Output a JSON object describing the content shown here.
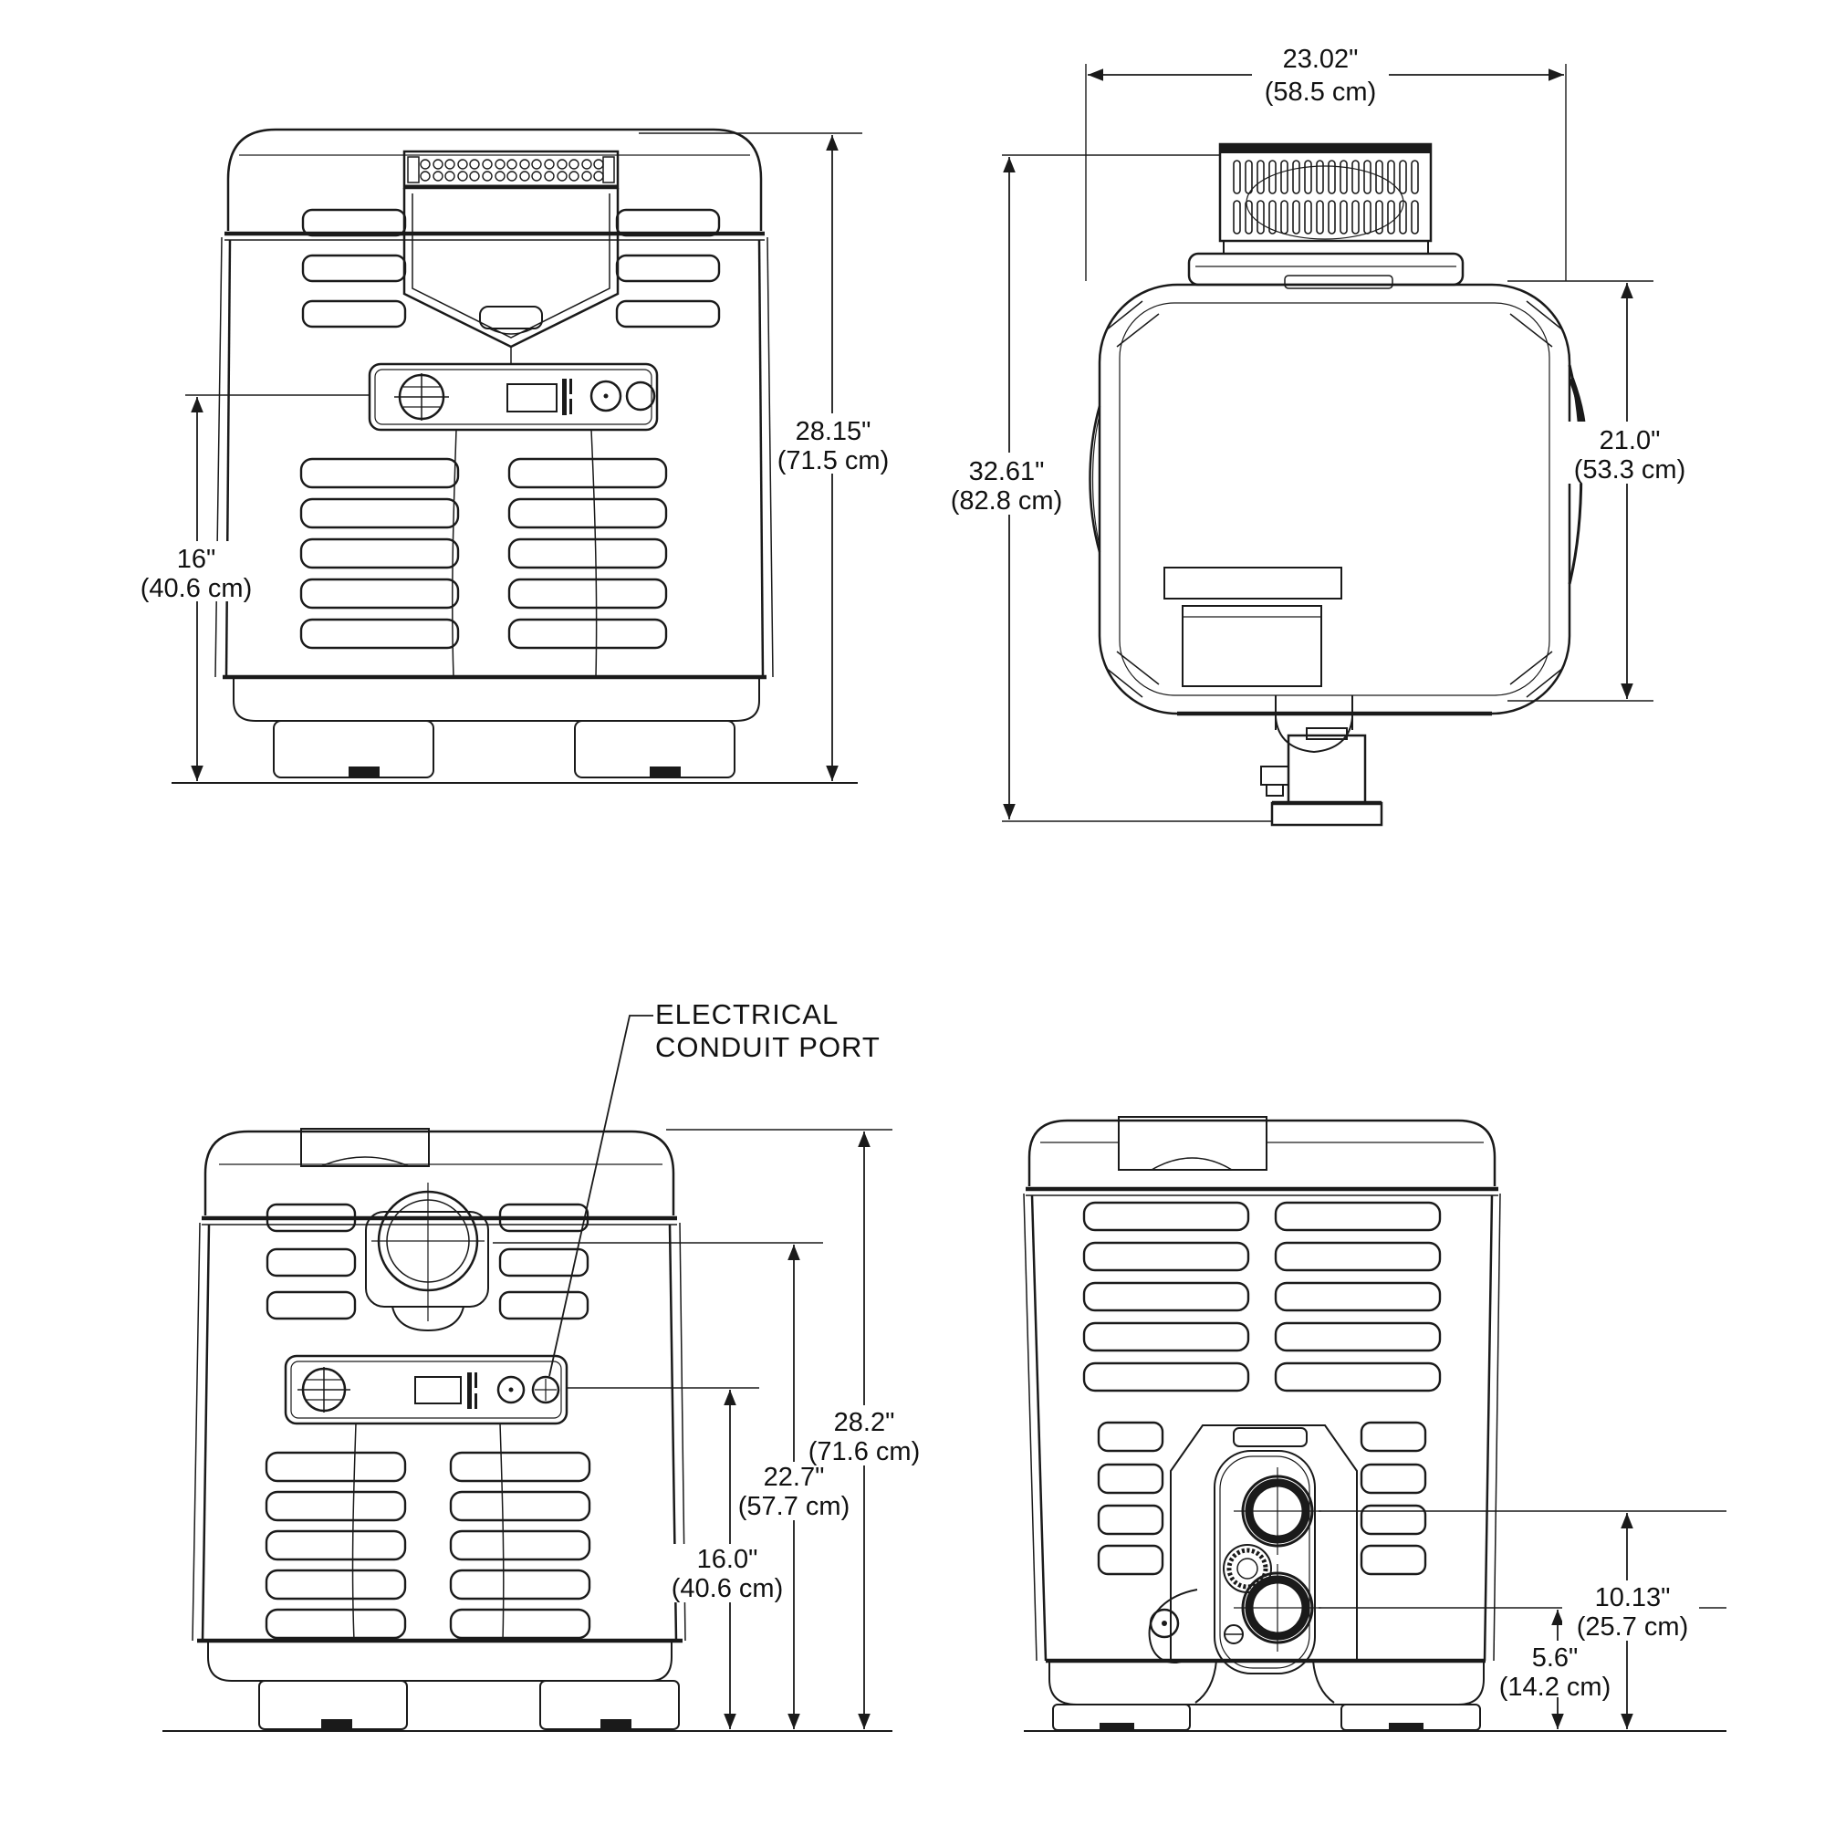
{
  "colors": {
    "line": "#1a1a1a",
    "background": "#ffffff"
  },
  "callout": {
    "line1": "ELECTRICAL",
    "line2": "CONDUIT PORT"
  },
  "views": {
    "front_top": {
      "dims": {
        "height_total_in": "28.15\"",
        "height_total_cm": "(71.5 cm)",
        "panel_height_in": "16\"",
        "panel_height_cm": "(40.6 cm)"
      }
    },
    "side": {
      "dims": {
        "width_in": "23.02\"",
        "width_cm": "(58.5 cm)",
        "height_total_in": "32.61\"",
        "height_total_cm": "(82.8 cm)",
        "body_height_in": "21.0\"",
        "body_height_cm": "(53.3 cm)"
      }
    },
    "front_bottom": {
      "dims": {
        "height_total_in": "28.2\"",
        "height_total_cm": "(71.6 cm)",
        "flue_height_in": "22.7\"",
        "flue_height_cm": "(57.7 cm)",
        "panel_height_in": "16.0\"",
        "panel_height_cm": "(40.6 cm)"
      }
    },
    "rear": {
      "dims": {
        "upper_port_in": "10.13\"",
        "upper_port_cm": "(25.7 cm)",
        "lower_port_in": "5.6\"",
        "lower_port_cm": "(14.2 cm)"
      }
    }
  }
}
